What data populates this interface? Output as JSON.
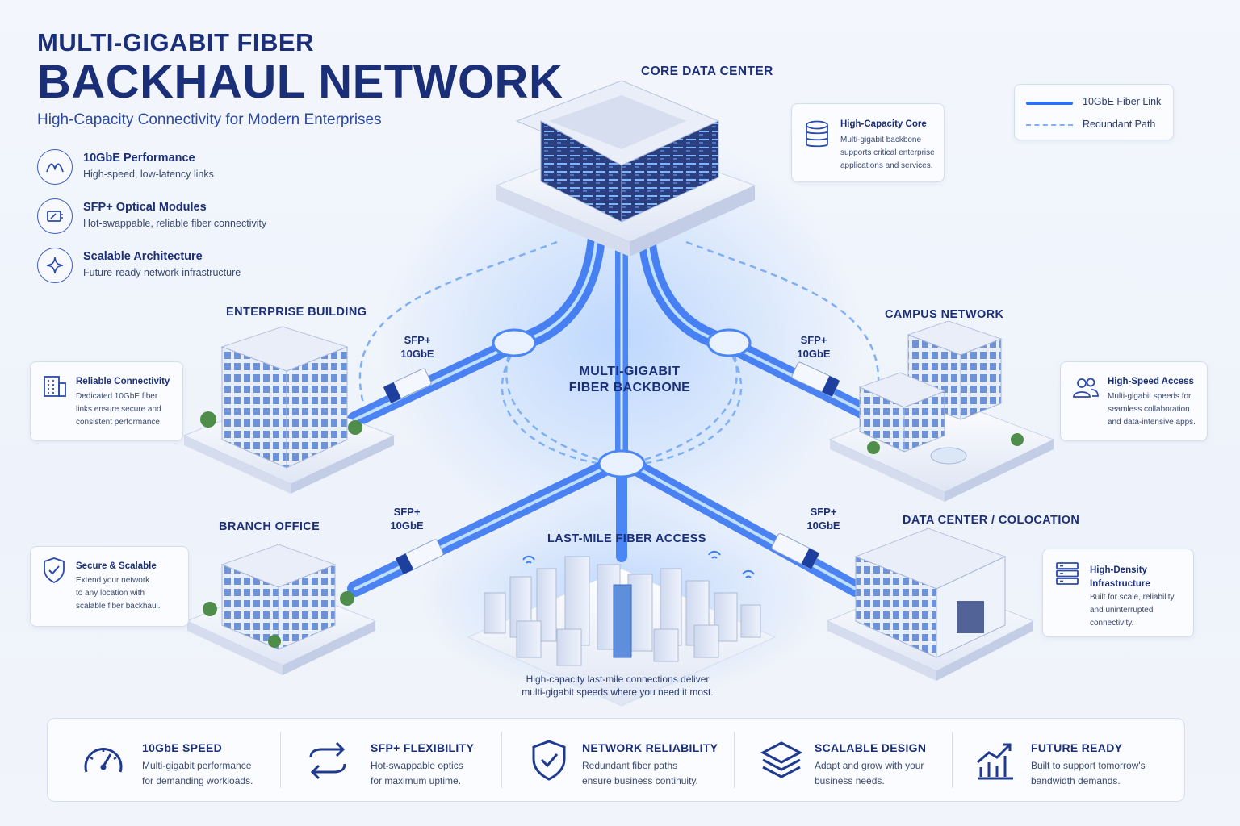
{
  "header": {
    "title_line1": "MULTI-GIGABIT FIBER",
    "title_line2": "BACKHAUL NETWORK",
    "subtitle": "High-Capacity Connectivity for Modern Enterprises"
  },
  "features": [
    {
      "icon": "speed-wave-icon",
      "title": "10GbE Performance",
      "desc": "High-speed, low-latency links"
    },
    {
      "icon": "sfp-module-icon",
      "title": "SFP+ Optical Modules",
      "desc": "Hot-swappable, reliable fiber connectivity"
    },
    {
      "icon": "star-spark-icon",
      "title": "Scalable Architecture",
      "desc": "Future-ready network infrastructure"
    }
  ],
  "legend": {
    "solid": "10GbE Fiber Link",
    "dashed": "Redundant Path",
    "colors": {
      "solid": "#2f6ff0",
      "dashed": "#7fb0f5"
    }
  },
  "nodes": {
    "core": "CORE DATA CENTER",
    "enterprise": "ENTERPRISE BUILDING",
    "campus": "CAMPUS NETWORK",
    "branch": "BRANCH OFFICE",
    "colocation": "DATA CENTER / COLOCATION",
    "lastmile": "LAST-MILE FIBER ACCESS",
    "backbone_line1": "MULTI-GIGABIT",
    "backbone_line2": "FIBER BACKBONE"
  },
  "sfp_labels": {
    "line1": "SFP+",
    "line2": "10GbE"
  },
  "cards": {
    "core": {
      "title": "High-Capacity Core",
      "desc": [
        "Multi-gigabit backbone",
        "supports critical enterprise",
        "applications and services."
      ]
    },
    "enterprise": {
      "title": "Reliable Connectivity",
      "desc": [
        "Dedicated 10GbE fiber",
        "links ensure secure and",
        "consistent performance."
      ]
    },
    "campus": {
      "title": "High-Speed Access",
      "desc": [
        "Multi-gigabit speeds for",
        "seamless collaboration",
        "and data-intensive apps."
      ]
    },
    "branch": {
      "title": "Secure & Scalable",
      "desc": [
        "Extend your network",
        "to any location with",
        "scalable fiber backhaul."
      ]
    },
    "colocation": {
      "title_line1": "High-Density",
      "title_line2": "Infrastructure",
      "desc": [
        "Built for scale, reliability,",
        "and uninterrupted",
        "connectivity."
      ]
    }
  },
  "lastmile_note": {
    "line1": "High-capacity last-mile connections deliver",
    "line2": "multi-gigabit speeds where you need it most."
  },
  "bottom_features": [
    {
      "icon": "speedometer-icon",
      "title": "10GbE SPEED",
      "desc": [
        "Multi-gigabit performance",
        "for demanding workloads."
      ]
    },
    {
      "icon": "swap-arrows-icon",
      "title": "SFP+ FLEXIBILITY",
      "desc": [
        "Hot-swappable optics",
        "for maximum uptime."
      ]
    },
    {
      "icon": "shield-check-icon",
      "title": "NETWORK RELIABILITY",
      "desc": [
        "Redundant fiber paths",
        "ensure business continuity."
      ]
    },
    {
      "icon": "layers-icon",
      "title": "SCALABLE DESIGN",
      "desc": [
        "Adapt and grow with your",
        "business needs."
      ]
    },
    {
      "icon": "growth-chart-icon",
      "title": "FUTURE READY",
      "desc": [
        "Built to support tomorrow's",
        "bandwidth demands."
      ]
    }
  ]
}
